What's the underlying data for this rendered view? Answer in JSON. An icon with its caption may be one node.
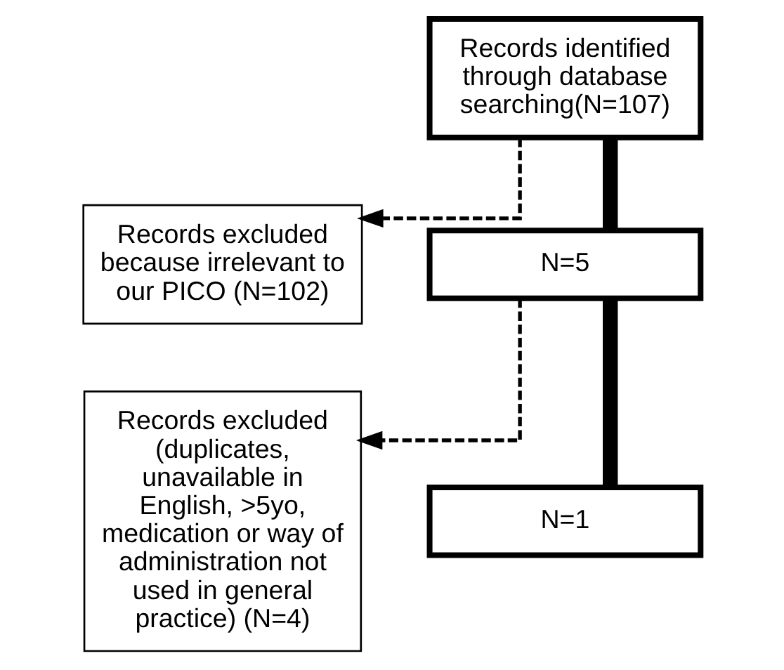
{
  "diagram": {
    "nodes": [
      {
        "text": [
          "Records identified through database searching(N=107)"
        ]
      },
      {
        "text": [
          "Records excluded because irrelevant to our PICO (N=102)"
        ]
      },
      {
        "text": [
          "N=5"
        ]
      },
      {
        "text": [
          "Records excluded (duplicates, unavailable in English, >5yo, medication or way of administration not used in general practice) (N=4)"
        ]
      },
      {
        "text": [
          "N=1"
        ]
      }
    ],
    "edges": [
      {
        "from": 0,
        "to": 1,
        "arrow": "to",
        "style": "dashed"
      },
      {
        "from": 0,
        "to": 2,
        "arrow": "none",
        "style": "thick"
      },
      {
        "from": 2,
        "to": 3,
        "arrow": "to",
        "style": "dashed"
      },
      {
        "from": 2,
        "to": 4,
        "arrow": "none",
        "style": "thick"
      }
    ]
  }
}
